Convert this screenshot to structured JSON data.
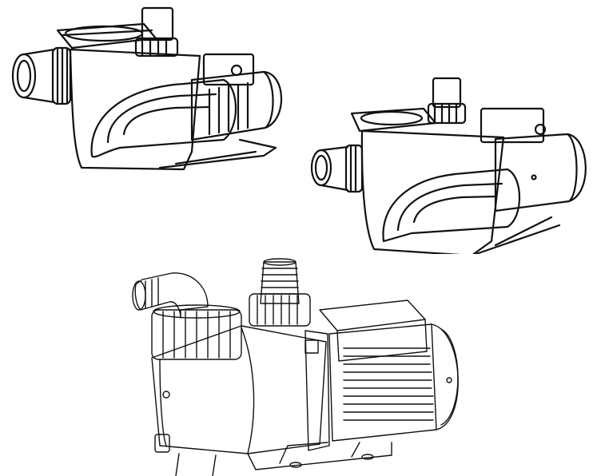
{
  "colors": {
    "ink": "#111111",
    "paper": "#ffffff"
  },
  "figures": [
    {
      "name": "pool-pump-1"
    },
    {
      "name": "pool-pump-2"
    },
    {
      "name": "pool-pump-3"
    }
  ]
}
